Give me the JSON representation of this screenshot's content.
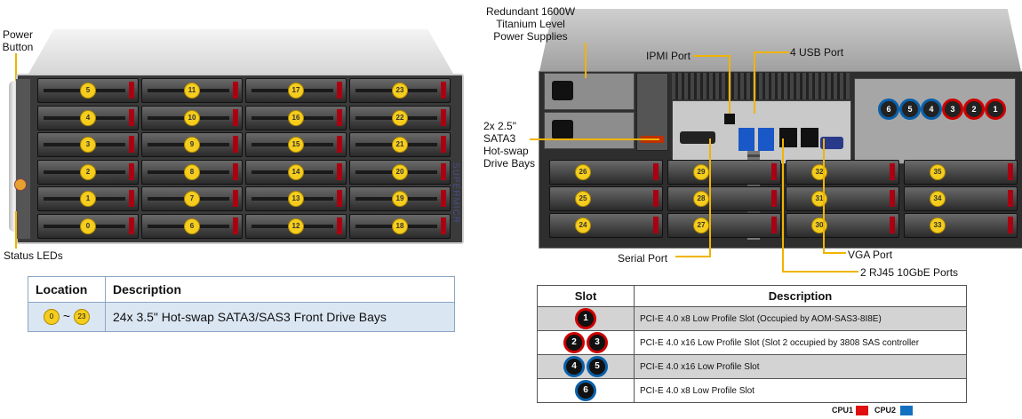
{
  "front": {
    "label_power": "Power\nButton",
    "label_power_l1": "Power",
    "label_power_l2": "Button",
    "label_status": "Status LEDs",
    "brand": "SUPERMICR",
    "bays": [
      [
        "5",
        "11",
        "17",
        "23"
      ],
      [
        "4",
        "10",
        "16",
        "22"
      ],
      [
        "3",
        "9",
        "15",
        "21"
      ],
      [
        "2",
        "8",
        "14",
        "20"
      ],
      [
        "1",
        "7",
        "13",
        "19"
      ],
      [
        "0",
        "6",
        "12",
        "18"
      ]
    ]
  },
  "rear": {
    "psu_l1": "Redundant 1600W",
    "psu_l2": "Titanium Level",
    "psu_l3": "Power Supplies",
    "ipmi": "IPMI Port",
    "usb": "4 USB Port",
    "sata_l1": "2x 2.5\"",
    "sata_l2": "SATA3",
    "sata_l3": "Hot-swap",
    "sata_l4": "Drive Bays",
    "serial": "Serial Port",
    "vga": "VGA Port",
    "rj45": "2 RJ45 10GbE Ports",
    "slots": [
      "6",
      "5",
      "4",
      "3",
      "2",
      "1"
    ],
    "bays": [
      [
        "26",
        "29",
        "32",
        "35"
      ],
      [
        "25",
        "28",
        "31",
        "34"
      ],
      [
        "24",
        "27",
        "30",
        "33"
      ]
    ]
  },
  "left_table": {
    "col_location": "Location",
    "col_description": "Description",
    "loc_from": "0",
    "loc_sep": "~",
    "loc_to": "23",
    "description": "24x 3.5\" Hot-swap SATA3/SAS3 Front Drive Bays"
  },
  "right_table": {
    "col_slot": "Slot",
    "col_description": "Description",
    "rows": [
      {
        "slots": [
          "1"
        ],
        "description": "PCI-E 4.0 x8 Low Profile Slot (Occupied by AOM-SAS3-8I8E)"
      },
      {
        "slots": [
          "2",
          "3"
        ],
        "description": "PCI-E 4.0 x16 Low Profile Slot (Slot 2 occupied by 3808 SAS controller"
      },
      {
        "slots": [
          "4",
          "5"
        ],
        "description": "PCI-E 4.0 x16 Low Profile Slot"
      },
      {
        "slots": [
          "6"
        ],
        "description": "PCI-E 4.0 x8 Low Profile Slot"
      }
    ]
  },
  "legend": {
    "cpu1": "CPU1",
    "cpu2": "CPU2",
    "cpu1_color": "#e01010",
    "cpu2_color": "#1470c0"
  }
}
